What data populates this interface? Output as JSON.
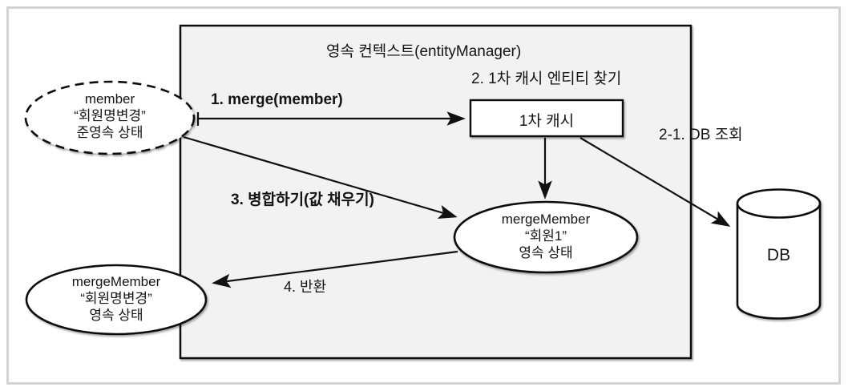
{
  "diagram": {
    "container_title": "영속 컨텍스트(entityManager)",
    "labels": {
      "step1": "1. merge(member)",
      "step2": "2. 1차 캐시 엔티티 찾기",
      "step2_1": "2-1. DB 조회",
      "step3": "3. 병합하기(값 채우기)",
      "step4": "4. 반환"
    },
    "nodes": {
      "member_detached": {
        "line1": "member",
        "line2": "“회원명변경”",
        "line3": "준영속 상태"
      },
      "first_cache": {
        "label": "1차 캐시"
      },
      "merge_member_persistent": {
        "line1": "mergeMember",
        "line2": "“회원1”",
        "line3": "영속 상태"
      },
      "merge_member_returned": {
        "line1": "mergeMember",
        "line2": "“회원명변경”",
        "line3": "영속 상태"
      },
      "database": {
        "label": "DB"
      }
    },
    "colors": {
      "container_fill": "#f2f2f2",
      "stroke": "#111111",
      "frame_border": "#d3d3d3",
      "node_fill": "#ffffff"
    }
  }
}
